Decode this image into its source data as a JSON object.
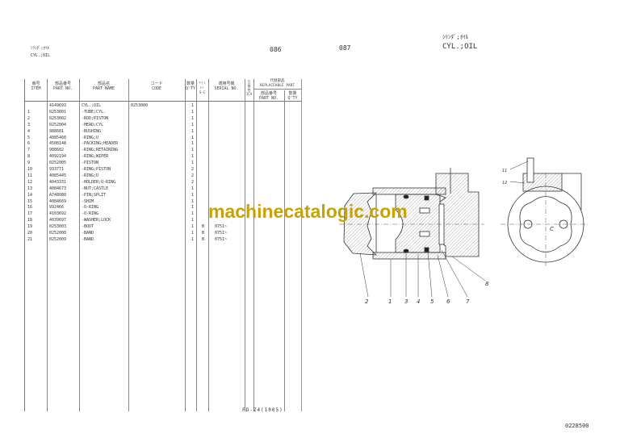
{
  "left_page": {
    "title_jp": "ｼﾘﾝﾀﾞ;ｵｲﾙ",
    "title_en": "CYL.;OIL",
    "page_number": "086",
    "columns": {
      "item": [
        "番号",
        "ITEM"
      ],
      "part_no": [
        "部品番号",
        "PART NO."
      ],
      "part_name": [
        "部品名",
        "PART NAME"
      ],
      "code": [
        "コード",
        "CODE"
      ],
      "qty": [
        "数量",
        "Q'TY"
      ],
      "sc": [
        "ｻｰﾋﾞｽ",
        "ｺｰﾄﾞ",
        "S-C"
      ],
      "serial": [
        "適用号機",
        "SERIAL NO."
      ],
      "ica": [
        "互換性",
        "ICA"
      ],
      "replaceable": [
        "代替部品",
        "REPLACEABLE PART"
      ],
      "rep_part_no": [
        "部品番号",
        "PART NO."
      ],
      "rep_qty": [
        "数量",
        "Q'TY"
      ]
    },
    "rows": [
      {
        "item": "",
        "part_no": "4149693",
        "name": "CYL.;OIL",
        "code": "0253000",
        "qty": "1",
        "sc": "",
        "serial": ""
      },
      {
        "item": "1",
        "part_no": "0253001",
        "name": "-TUBE;CYL.",
        "code": "",
        "qty": "1",
        "sc": "",
        "serial": ""
      },
      {
        "item": "2",
        "part_no": "0253002",
        "name": "-ROD;PISTON",
        "code": "",
        "qty": "1",
        "sc": "",
        "serial": ""
      },
      {
        "item": "3",
        "part_no": "0252004",
        "name": "-HEAD;CYL",
        "code": "",
        "qty": "1",
        "sc": "",
        "serial": ""
      },
      {
        "item": "4",
        "part_no": "988681",
        "name": "-BUSHING",
        "code": "",
        "qty": "1",
        "sc": "",
        "serial": ""
      },
      {
        "item": "5",
        "part_no": "4085460",
        "name": "-RING;U",
        "code": "",
        "qty": "1",
        "sc": "",
        "serial": ""
      },
      {
        "item": "6",
        "part_no": "4508148",
        "name": "-PACKING;HEADER",
        "code": "",
        "qty": "1",
        "sc": "",
        "serial": ""
      },
      {
        "item": "7",
        "part_no": "988682",
        "name": "-RING;RETAINING",
        "code": "",
        "qty": "1",
        "sc": "",
        "serial": ""
      },
      {
        "item": "8",
        "part_no": "4092194",
        "name": "-RING;WIPER",
        "code": "",
        "qty": "1",
        "sc": "",
        "serial": ""
      },
      {
        "item": "9",
        "part_no": "0252005",
        "name": "-PISTON",
        "code": "",
        "qty": "1",
        "sc": "",
        "serial": ""
      },
      {
        "item": "10",
        "part_no": "933771",
        "name": "-RING;PISTON",
        "code": "",
        "qty": "2",
        "sc": "",
        "serial": ""
      },
      {
        "item": "11",
        "part_no": "4085445",
        "name": "-RING;U",
        "code": "",
        "qty": "2",
        "sc": "",
        "serial": ""
      },
      {
        "item": "12",
        "part_no": "4043331",
        "name": "-HOLDER;U-RING",
        "code": "",
        "qty": "2",
        "sc": "",
        "serial": ""
      },
      {
        "item": "13",
        "part_no": "4084673",
        "name": "-NUT;CASTLE",
        "code": "",
        "qty": "1",
        "sc": "",
        "serial": ""
      },
      {
        "item": "14",
        "part_no": "A748080",
        "name": "-PIN;SPLIT",
        "code": "",
        "qty": "1",
        "sc": "",
        "serial": ""
      },
      {
        "item": "15",
        "part_no": "4084669",
        "name": "-SHIM",
        "code": "",
        "qty": "1",
        "sc": "",
        "serial": ""
      },
      {
        "item": "16",
        "part_no": "992466",
        "name": "-O-RING",
        "code": "",
        "qty": "1",
        "sc": "",
        "serial": ""
      },
      {
        "item": "17",
        "part_no": "4103692",
        "name": "-O-RING",
        "code": "",
        "qty": "1",
        "sc": "",
        "serial": ""
      },
      {
        "item": "18",
        "part_no": "4039697",
        "name": "-WASHER;LOCK",
        "code": "",
        "qty": "1",
        "sc": "",
        "serial": ""
      },
      {
        "item": "19",
        "part_no": "0253003",
        "name": "-BOOT",
        "code": "",
        "qty": "1",
        "sc": "B",
        "serial": "0751~"
      },
      {
        "item": "20",
        "part_no": "0252008",
        "name": "-BAND",
        "code": "",
        "qty": "1",
        "sc": "B",
        "serial": "0751~"
      },
      {
        "item": "21",
        "part_no": "0252009",
        "name": "-BAND",
        "code": "",
        "qty": "1",
        "sc": "B",
        "serial": "0751~"
      }
    ],
    "footer": "FD-Z4(1005)"
  },
  "right_page": {
    "page_number": "087",
    "title_jp": "ｼﾘﾝﾀﾞ;ｵｲﾙ",
    "title_en": "CYL.;OIL",
    "callouts": [
      "2",
      "1",
      "3",
      "4",
      "5",
      "6",
      "7",
      "8",
      "11",
      "12",
      "C"
    ],
    "doc_code": "0228500"
  },
  "watermark": "machinecatalogic.com",
  "colors": {
    "watermark": "#c9a100",
    "ink": "#333333"
  }
}
